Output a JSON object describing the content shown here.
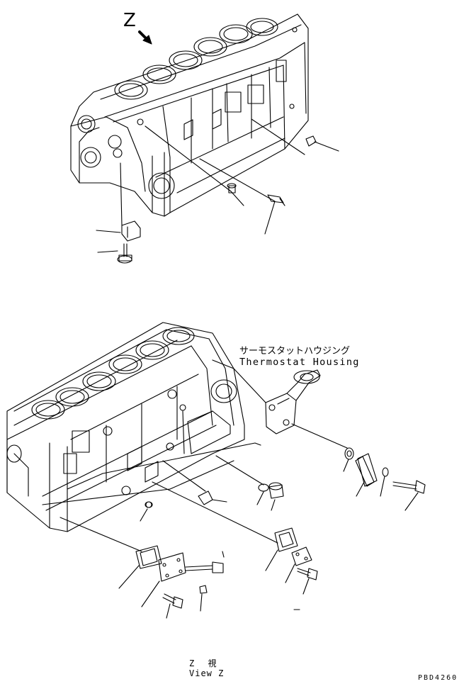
{
  "view_marker": {
    "letter": "Z"
  },
  "callout": {
    "japanese": "サーモスタットハウジング",
    "english": "Thermostat Housing"
  },
  "view_caption": {
    "japanese": "Z 視",
    "english": "View Z"
  },
  "drawing_code": "PBD4260",
  "colors": {
    "ink": "#000000",
    "paper": "#ffffff"
  }
}
